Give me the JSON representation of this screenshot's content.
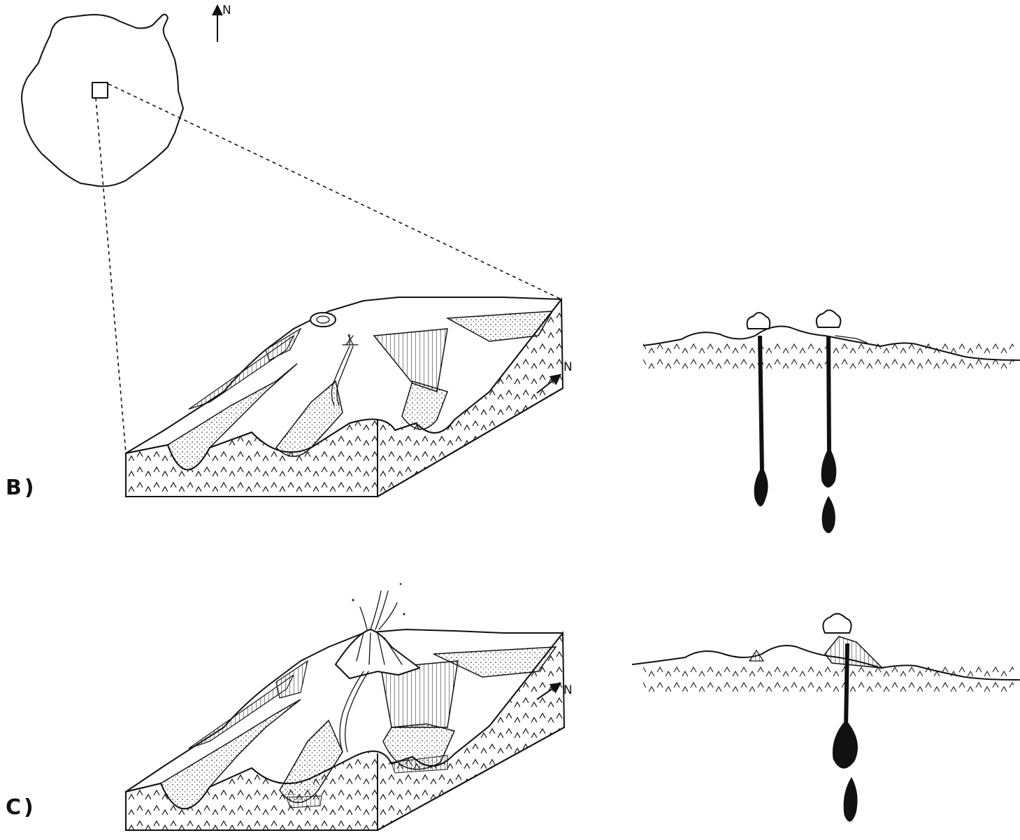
{
  "north_label": "N",
  "panels": [
    {
      "id": "B",
      "label": "B)"
    },
    {
      "id": "C",
      "label": "C)"
    }
  ],
  "colors": {
    "ink": "#111111",
    "paper": "#ffffff"
  }
}
